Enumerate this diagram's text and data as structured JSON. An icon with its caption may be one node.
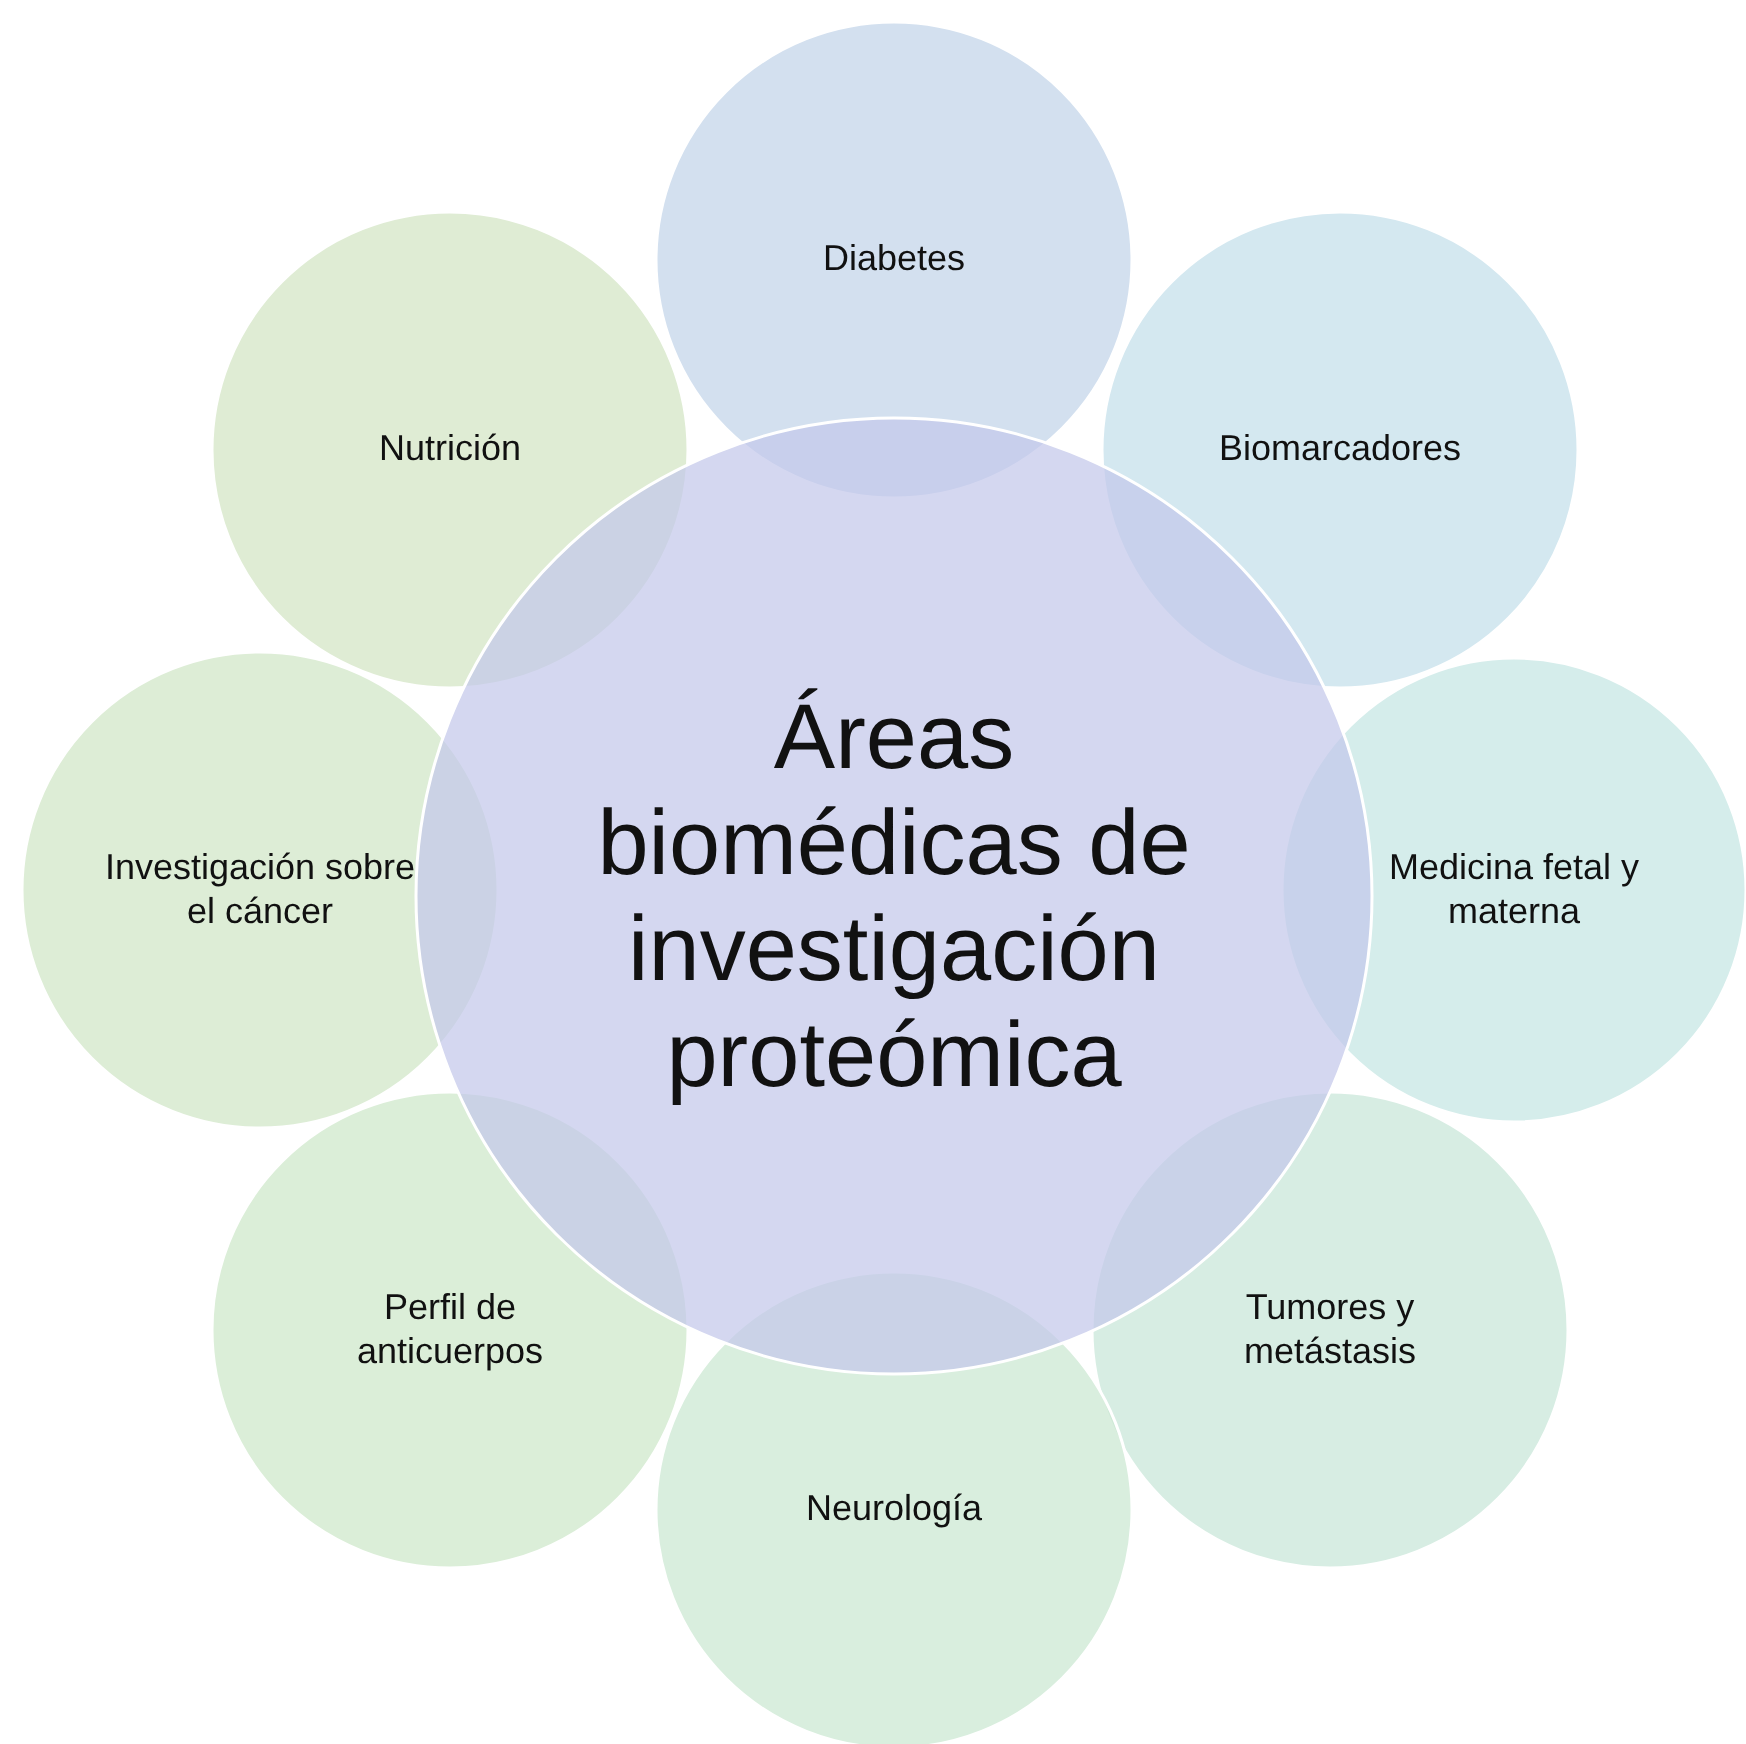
{
  "diagram": {
    "nodes": [
      {
        "text": [
          "Áreas biomédicas de investigación proteómica"
        ]
      },
      {
        "text": [
          "Diabetes"
        ]
      },
      {
        "text": [
          "Biomarcadores"
        ]
      },
      {
        "text": [
          "Medicina fetal y materna"
        ]
      },
      {
        "text": [
          "Tumores y metástasis"
        ]
      },
      {
        "text": [
          "Neurología"
        ]
      },
      {
        "text": [
          "Perfil de anticuerpos"
        ]
      },
      {
        "text": [
          "Investigación sobre el cáncer"
        ]
      },
      {
        "text": [
          "Nutrición"
        ]
      }
    ]
  }
}
